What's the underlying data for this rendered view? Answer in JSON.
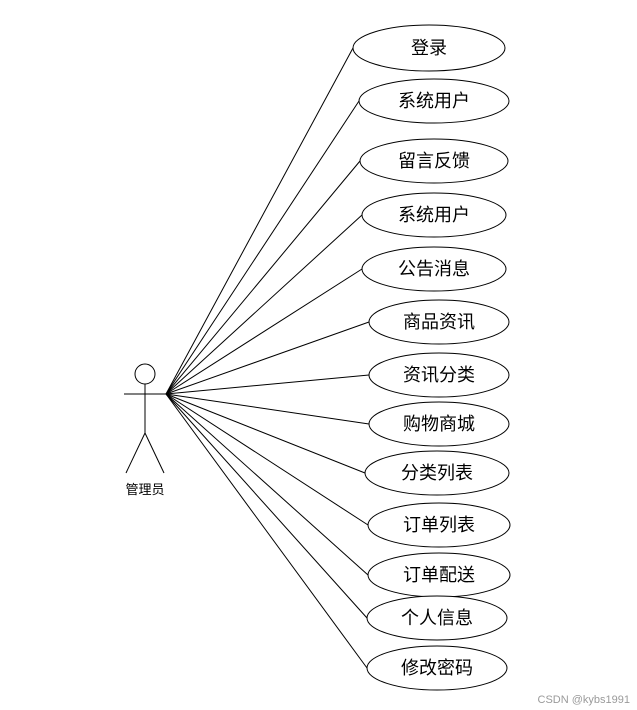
{
  "actor": {
    "name": "管理员"
  },
  "use_cases": [
    "登录",
    "系统用户",
    "留言反馈",
    "系统用户",
    "公告消息",
    "商品资讯",
    "资讯分类",
    "购物商城",
    "分类列表",
    "订单列表",
    "订单配送",
    "个人信息",
    "修改密码"
  ],
  "watermark": "CSDN @kybs1991"
}
